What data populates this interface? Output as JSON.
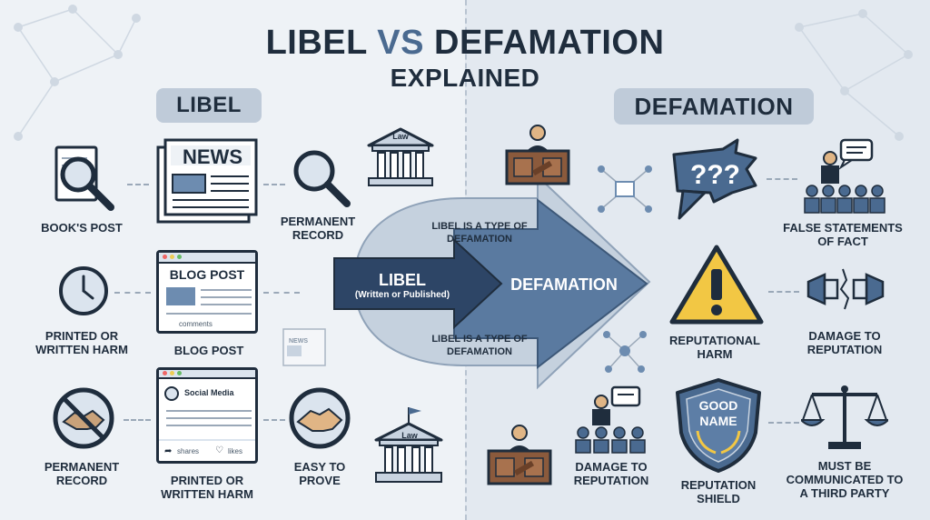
{
  "title": {
    "line1_a": "LIBEL",
    "line1_vs": "VS",
    "line1_b": "DEFAMATION",
    "line2": "EXPLAINED"
  },
  "left": {
    "header": "LIBEL",
    "items": {
      "books_post": "BOOK'S POST",
      "news": "NEWS",
      "permanent_record_top": "PERMANENT RECORD",
      "law_top": "Law",
      "printed_harm_left": "PRINTED OR WRITTEN HARM",
      "blog_post_header": "BLOG POST",
      "blog_comments": "comments",
      "blog_post_label": "BLOG POST",
      "permanent_record_bottom": "PERMANENT RECORD",
      "social_media": "Social Media",
      "shares": "shares",
      "likes": "likes",
      "printed_harm_bottom": "PRINTED OR WRITTEN HARM",
      "easy_to_prove": "EASY TO PROVE",
      "law_bottom": "Law",
      "news_small": "NEWS"
    }
  },
  "center": {
    "libel_type_top": "LIBEL IS A TYPE OF DEFAMATION",
    "libel_arrow": "LIBEL",
    "libel_arrow_sub": "(Written or Published)",
    "defamation_arrow": "DEFAMATION",
    "libel_type_bottom": "LIBEL IS A TYPE OF DEFAMATION"
  },
  "right": {
    "header": "DEFAMATION",
    "items": {
      "false_statements": "FALSE STATEMENTS OF FACT",
      "reputational_harm": "REPUTATIONAL HARM",
      "damage_reputation_right": "DAMAGE TO REPUTATION",
      "damage_reputation_bottom": "DAMAGE TO REPUTATION",
      "good_name": "GOOD NAME",
      "reputation_shield": "REPUTATION SHIELD",
      "third_party": "MUST BE COMMUNICATED TO A THIRD PARTY"
    }
  },
  "colors": {
    "navy": "#1f2d3d",
    "steel": "#4a6a90",
    "pale": "#bfcbd9",
    "warning": "#f2c744"
  }
}
